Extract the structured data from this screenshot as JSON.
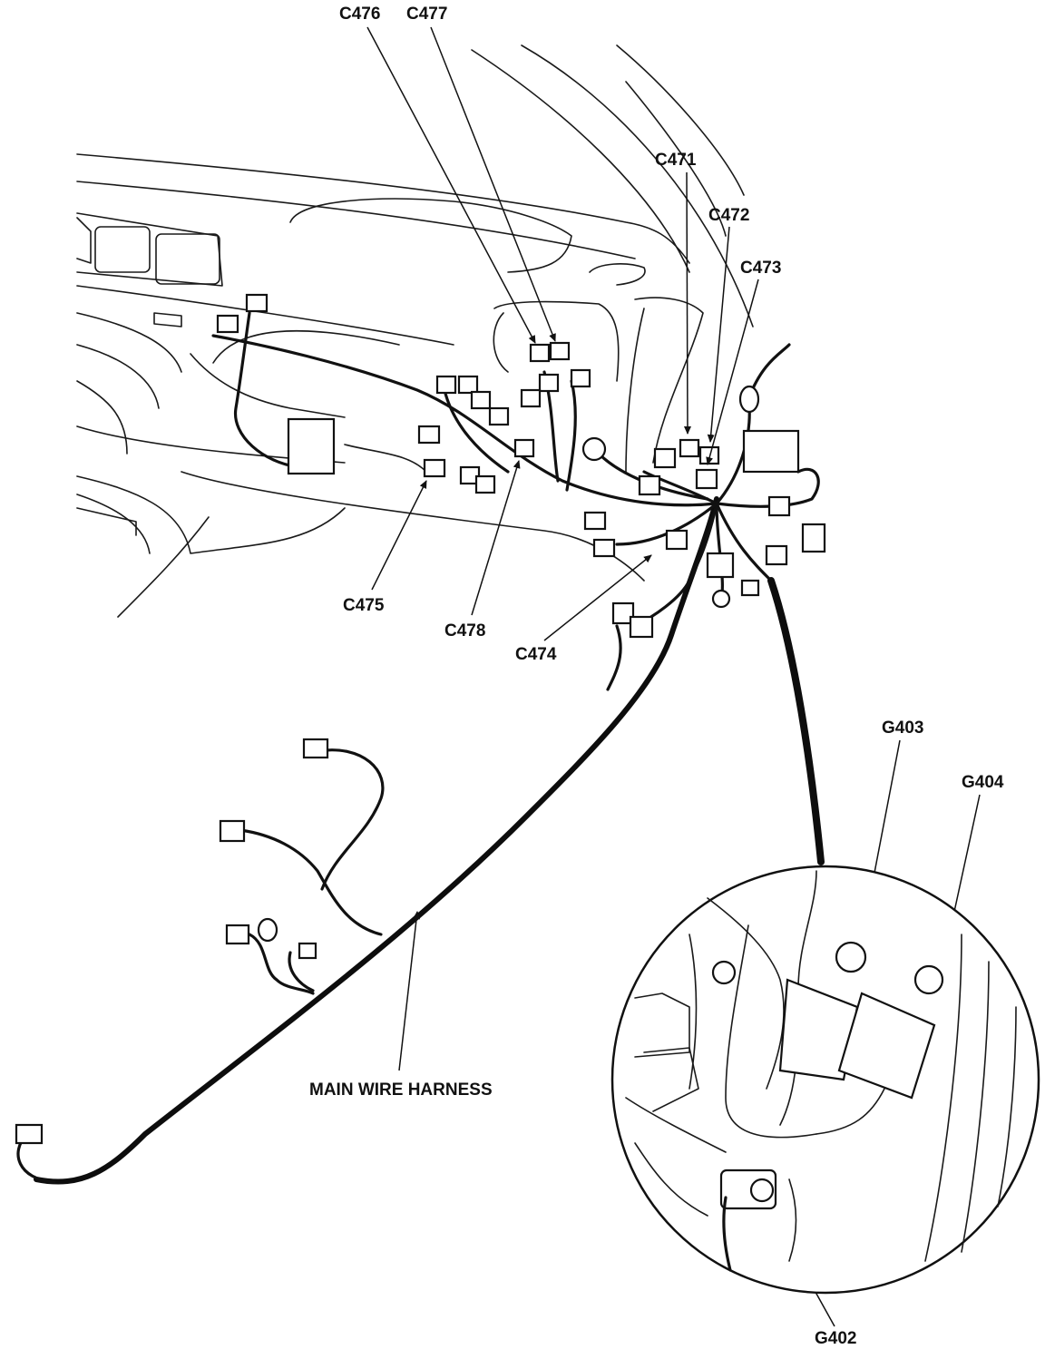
{
  "labels": {
    "c476": "C476",
    "c477": "C477",
    "c471": "C471",
    "c472": "C472",
    "c473": "C473",
    "c475": "C475",
    "c478": "C478",
    "c474": "C474",
    "main_harness": "MAIN WIRE HARNESS",
    "g403": "G403",
    "g404": "G404",
    "g402": "G402"
  },
  "colors": {
    "ink": "#111111",
    "background": "#ffffff"
  }
}
